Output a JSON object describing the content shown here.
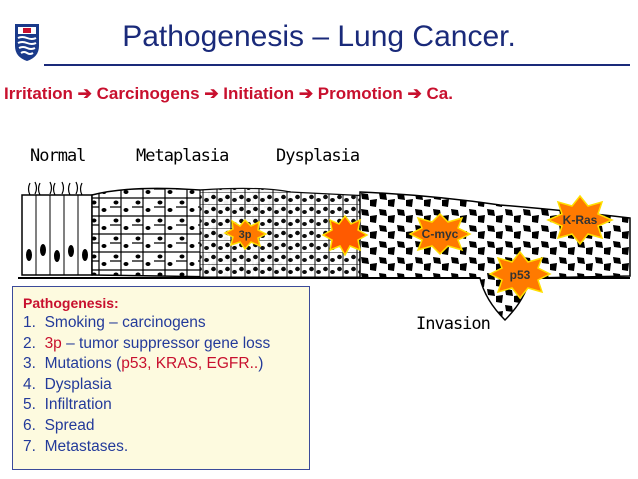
{
  "header": {
    "title": "Pathogenesis – Lung Cancer.",
    "subtitle": "Irritation ➔ Carcinogens ➔ Initiation ➔ Promotion ➔ Ca."
  },
  "diagram": {
    "stages": [
      "Normal",
      "Metaplasia",
      "Dysplasia",
      "Invasion"
    ],
    "markers": [
      "3p",
      "C-myc",
      "K-Ras",
      "p53"
    ]
  },
  "infobox": {
    "heading": "Pathogenesis:",
    "items": [
      {
        "num": "1.",
        "text": "Smoking – carcinogens"
      },
      {
        "num": "2.",
        "red": "3p",
        "text": " – tumor suppressor gene loss"
      },
      {
        "num": "3.",
        "pre": "Mutations (",
        "red": "p53, KRAS, EGFR..",
        "post": ")"
      },
      {
        "num": "4.",
        "text": "Dysplasia"
      },
      {
        "num": "5.",
        "text": "Infiltration"
      },
      {
        "num": "6.",
        "text": "Spread"
      },
      {
        "num": "7.",
        "text": "Metastases."
      }
    ]
  },
  "colors": {
    "title": "#1a2a7a",
    "accent": "#c8102e",
    "list_text": "#233a9a",
    "marker_fill": "#ff6a00",
    "marker_edge": "#ffe000"
  }
}
